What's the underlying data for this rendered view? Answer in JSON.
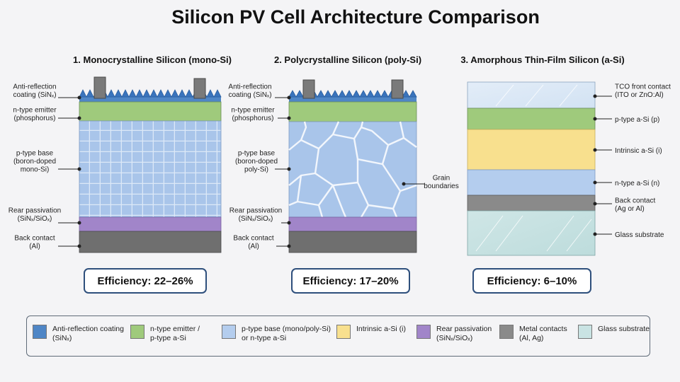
{
  "title": "Silicon PV Cell Architecture Comparison",
  "panels": [
    {
      "heading": "1. Monocrystalline Silicon (mono-Si)",
      "labels": [
        "Anti-reflection\ncoating (SiNₓ)",
        "n-type emitter\n(phosphorus)",
        "p-type base\n(boron-doped\nmono-Si)",
        "Rear passivation\n(SiNₓ/SiOₓ)",
        "Back contact\n(Al)"
      ],
      "efficiency": "Efficiency: 22–26%"
    },
    {
      "heading": "2. Polycrystalline Silicon (poly-Si)",
      "labels": [
        "Anti-reflection\ncoating (SiNₓ)",
        "n-type emitter\n(phosphorus)",
        "p-type base\n(boron-doped\npoly-Si)",
        "Rear passivation\n(SiNₓ/SiOₓ)",
        "Back contact\n(Al)"
      ],
      "grain_label": "Grain\nboundaries",
      "efficiency": "Efficiency: 17–20%"
    },
    {
      "heading": "3. Amorphous Thin-Film Silicon (a-Si)",
      "labels": [
        "TCO front contact\n(ITO or ZnO:Al)",
        "p-type a-Si (p)",
        "Intrinsic a-Si (i)",
        "n-type a-Si (n)",
        "Back contact\n(Ag or Al)",
        "Glass substrate"
      ],
      "efficiency": "Efficiency: 6–10%"
    }
  ],
  "legend": [
    {
      "label": "Anti-reflection coating\n(SiNₓ)",
      "color": "#4f86c6"
    },
    {
      "label": "n-type emitter /\np-type a-Si",
      "color": "#9fca7c"
    },
    {
      "label": "p-type base (mono/poly-Si)\nor n-type a-Si",
      "color": "#b4cdee"
    },
    {
      "label": "Intrinsic a-Si (i)",
      "color": "#f8e08e"
    },
    {
      "label": "Rear passivation\n(SiNₓ/SiOₓ)",
      "color": "#a185c9"
    },
    {
      "label": "Metal contacts\n(Al, Ag)",
      "color": "#8a8a8a"
    },
    {
      "label": "Glass substrate",
      "color": "#c9e3e3"
    }
  ]
}
